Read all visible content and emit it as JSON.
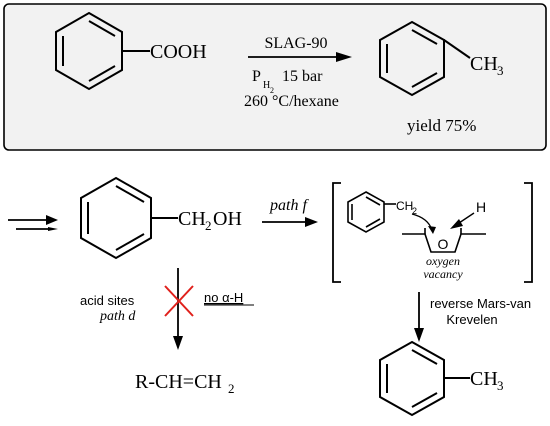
{
  "reaction": {
    "reactant_group": "COOH",
    "catalyst": "SLAG-90",
    "pressure_p": "P",
    "pressure_sub": "H",
    "pressure_subsub": "2",
    "pressure_value": "15 bar",
    "temperature": "260 °C/hexane",
    "product_group": "CH",
    "product_group_sub": "3",
    "yield": "yield 75%"
  },
  "mechanism": {
    "alcohol_group": "CH",
    "alcohol_sub": "2",
    "alcohol_end": "OH",
    "path_f": "path f",
    "intermediate_ch2": "CH",
    "intermediate_ch2_sub": "2",
    "hydrogen": "H",
    "oxygen": "O",
    "vacancy_line1": "oxygen",
    "vacancy_line2": "vacancy",
    "acid_sites": "acid sites",
    "path_d": "path d",
    "no_alpha_h": "no α-H",
    "alkene": "R-CH=CH",
    "alkene_sub": "2",
    "reverse_line1": "reverse Mars-van",
    "reverse_line2": "Krevelen",
    "final_group": "CH",
    "final_sub": "3"
  },
  "colors": {
    "line": "#000000",
    "box_fill": "#f2f2f2",
    "cross": "#e0201b"
  }
}
